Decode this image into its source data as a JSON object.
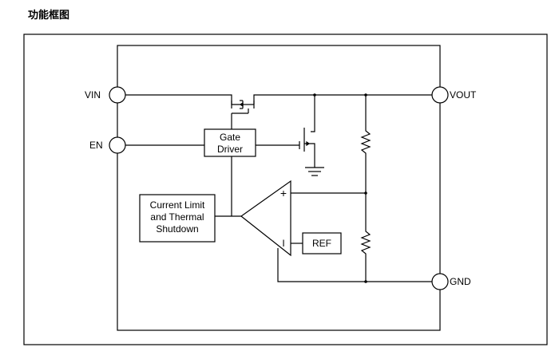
{
  "title": "功能框图",
  "pins": {
    "vin": "VIN",
    "en": "EN",
    "vout": "VOUT",
    "gnd": "GND"
  },
  "blocks": {
    "gate_driver": [
      "Gate",
      "Driver"
    ],
    "current_limit": [
      "Current Limit",
      "and Thermal",
      "Shutdown"
    ],
    "ref": "REF"
  },
  "comparator": {
    "plus": "+",
    "minus": "I"
  }
}
